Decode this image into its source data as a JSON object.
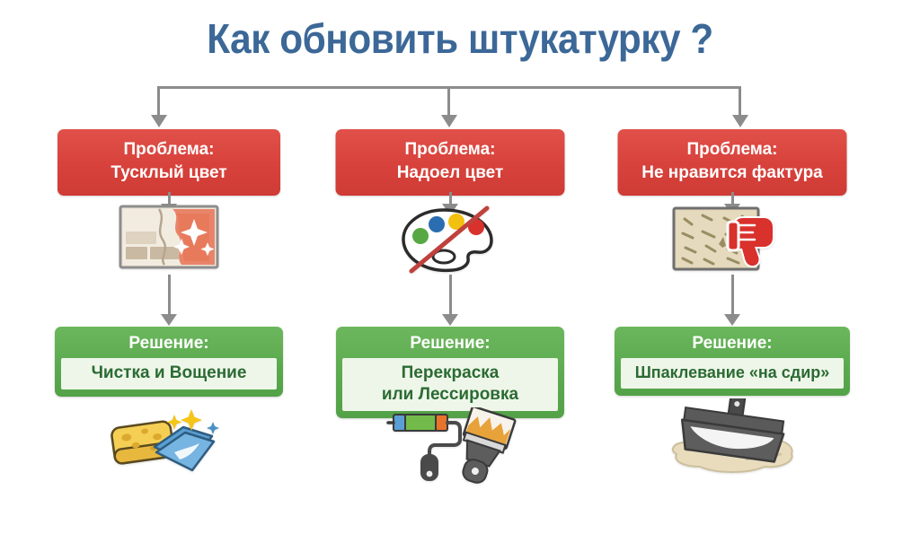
{
  "page": {
    "title": "Как обновить штукатурку ?",
    "title_color": "#3c6898",
    "background_color": "#ffffff",
    "problem_color": "#d8423c",
    "solution_color": "#5aa94e",
    "solution_panel_color": "#eef6e9",
    "solution_text_color": "#2b6b33",
    "connector_color": "#8c8c8c"
  },
  "columns": [
    {
      "problem": {
        "label": "Проблема:",
        "text": "Тусклый цвет"
      },
      "problem_icon": "dull-wall-sparkle-icon",
      "solution": {
        "label": "Решение:",
        "line1": "Чистка и Вощение",
        "line2": ""
      },
      "solution_icon": "sponge-and-cloth-icon"
    },
    {
      "problem": {
        "label": "Проблема:",
        "text": "Надоел цвет"
      },
      "problem_icon": "crossed-out-palette-icon",
      "solution": {
        "label": "Решение:",
        "line1": "Перекраска",
        "line2": "или Лессировка"
      },
      "solution_icon": "roller-and-brush-icon"
    },
    {
      "problem": {
        "label": "Проблема:",
        "text": "Не нравится фактура"
      },
      "problem_icon": "textured-wall-thumbs-down-icon",
      "solution": {
        "label": "Решение:",
        "line1": "Шпаклевание «на сдир»",
        "line2": ""
      },
      "solution_icon": "trowel-plaster-icon"
    }
  ]
}
